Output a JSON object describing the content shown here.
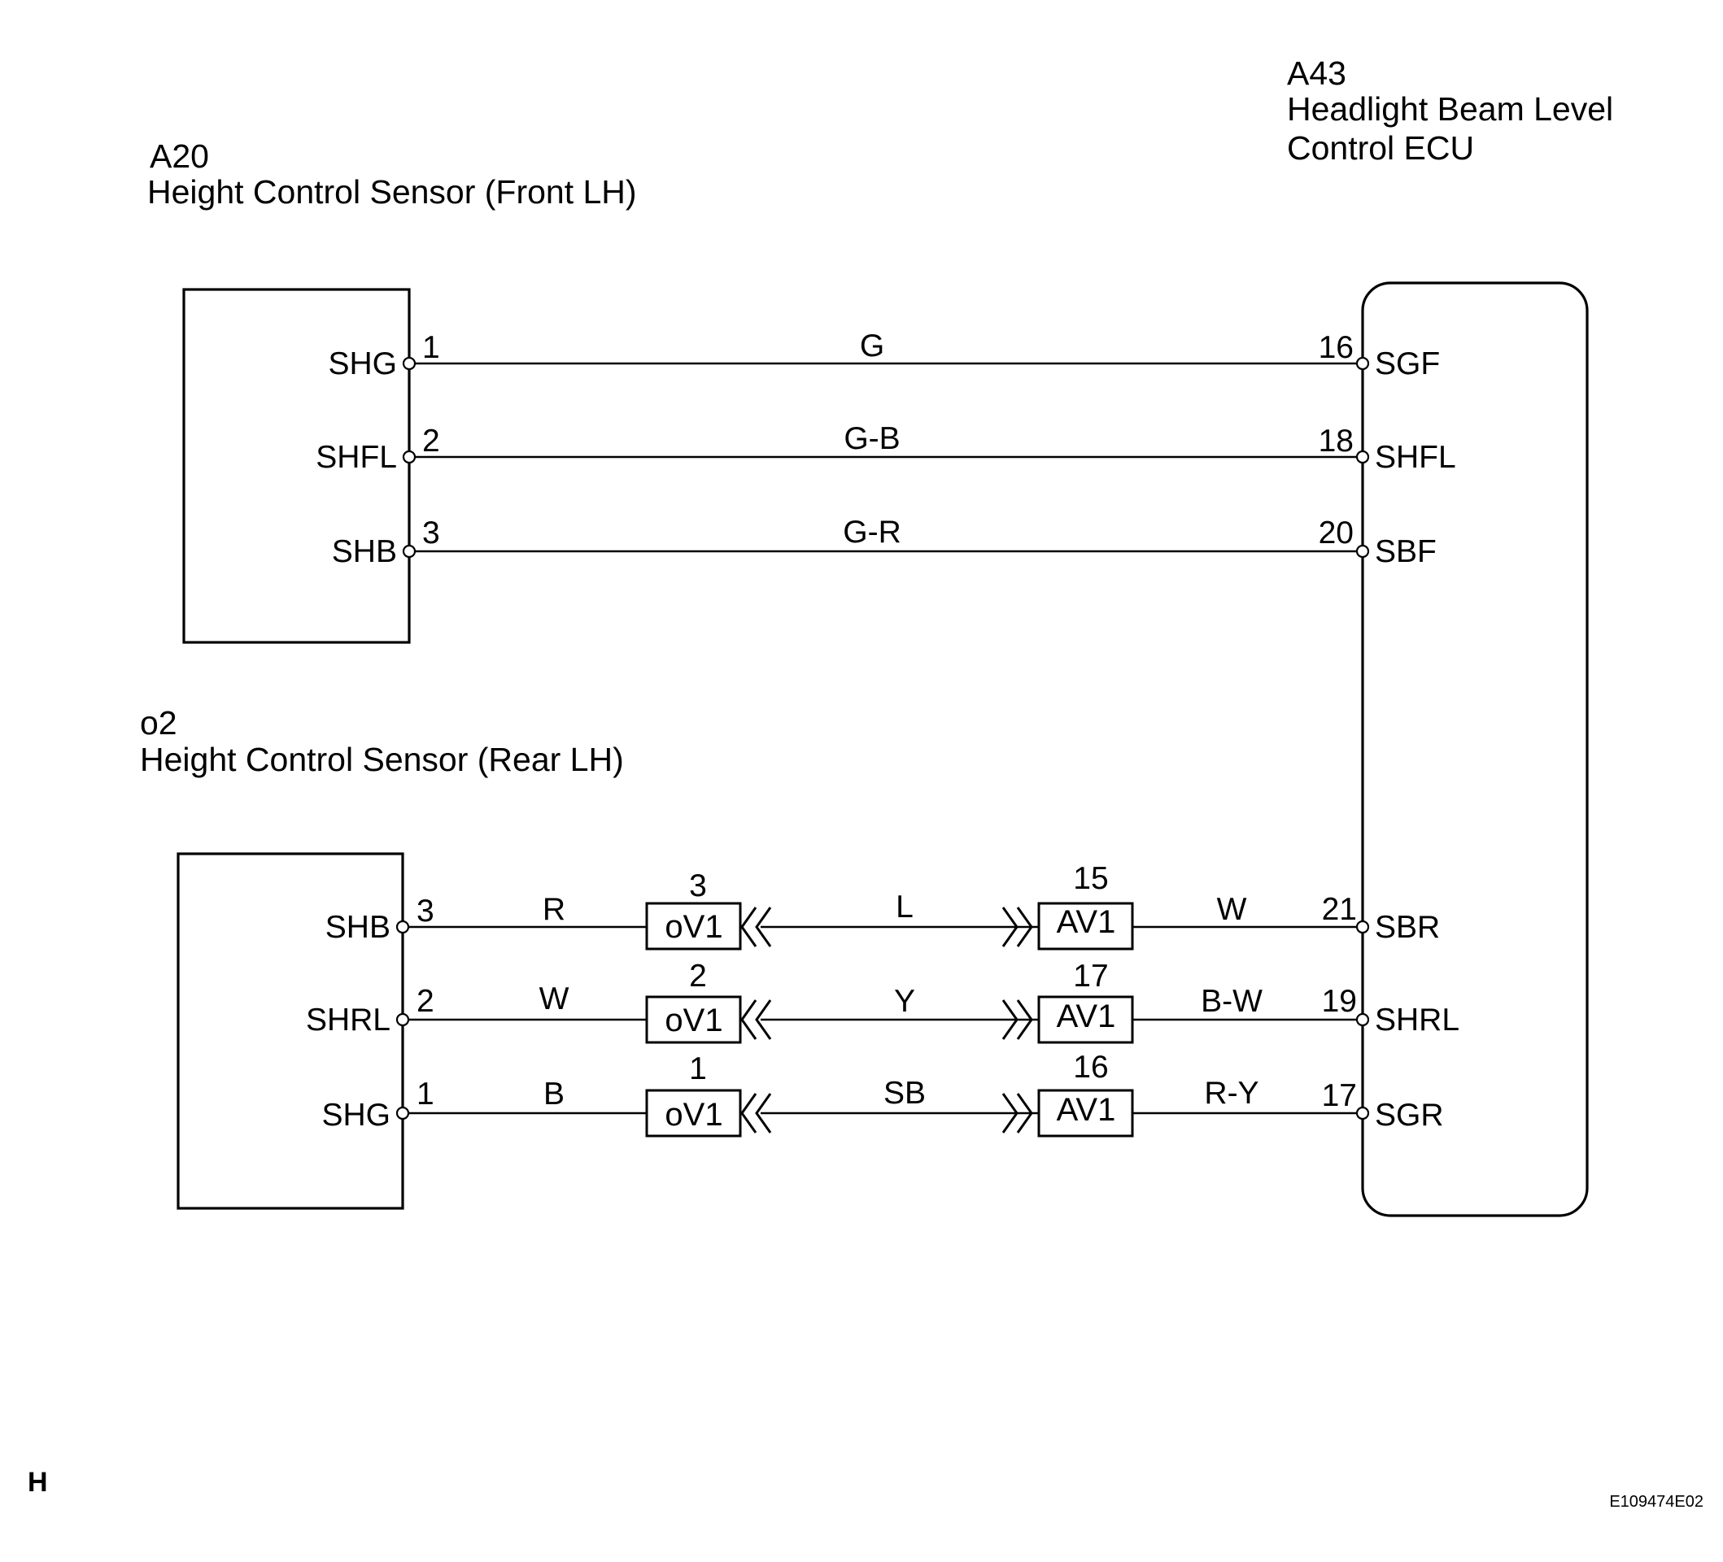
{
  "components": {
    "front_sensor": {
      "code": "A20",
      "name": "Height Control Sensor (Front LH)"
    },
    "rear_sensor": {
      "code": "o2",
      "name": "Height Control Sensor (Rear LH)"
    },
    "ecu": {
      "code": "A43",
      "name_line1": "Headlight Beam Level",
      "name_line2": "Control ECU"
    }
  },
  "front_circuits": [
    {
      "sensor_pin_name": "SHG",
      "sensor_pin": "1",
      "wire_color": "G",
      "ecu_pin": "16",
      "ecu_pin_name": "SGF"
    },
    {
      "sensor_pin_name": "SHFL",
      "sensor_pin": "2",
      "wire_color": "G-B",
      "ecu_pin": "18",
      "ecu_pin_name": "SHFL"
    },
    {
      "sensor_pin_name": "SHB",
      "sensor_pin": "3",
      "wire_color": "G-R",
      "ecu_pin": "20",
      "ecu_pin_name": "SBF"
    }
  ],
  "rear_circuits": [
    {
      "sensor_pin_name": "SHB",
      "sensor_pin": "3",
      "wire_color_1": "R",
      "conn1_pin": "3",
      "conn1_name": "oV1",
      "wire_color_2": "L",
      "conn2_pin": "15",
      "conn2_name": "AV1",
      "wire_color_3": "W",
      "ecu_pin": "21",
      "ecu_pin_name": "SBR"
    },
    {
      "sensor_pin_name": "SHRL",
      "sensor_pin": "2",
      "wire_color_1": "W",
      "conn1_pin": "2",
      "conn1_name": "oV1",
      "wire_color_2": "Y",
      "conn2_pin": "17",
      "conn2_name": "AV1",
      "wire_color_3": "B-W",
      "ecu_pin": "19",
      "ecu_pin_name": "SHRL"
    },
    {
      "sensor_pin_name": "SHG",
      "sensor_pin": "1",
      "wire_color_1": "B",
      "conn1_pin": "1",
      "conn1_name": "oV1",
      "wire_color_2": "SB",
      "conn2_pin": "16",
      "conn2_name": "AV1",
      "wire_color_3": "R-Y",
      "ecu_pin": "17",
      "ecu_pin_name": "SGR"
    }
  ],
  "corner_mark": "H",
  "figure_id": "E109474E02"
}
